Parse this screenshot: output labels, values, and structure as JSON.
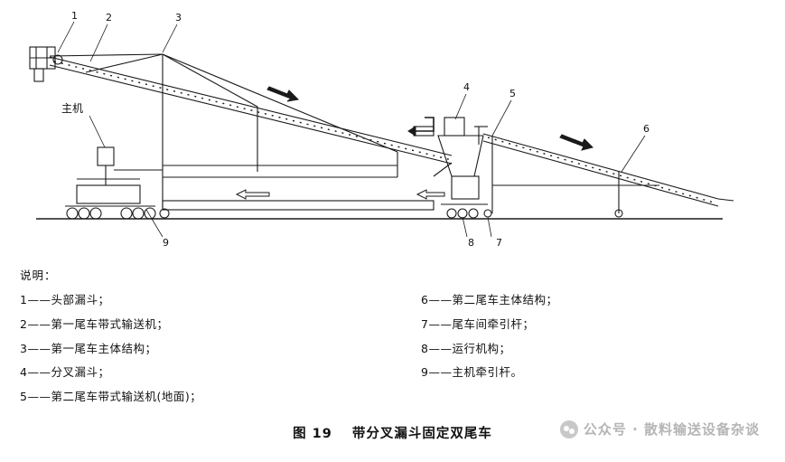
{
  "diagram": {
    "callouts": [
      "1",
      "2",
      "3",
      "4",
      "5",
      "6",
      "7",
      "8",
      "9"
    ],
    "main_machine_label": "主机"
  },
  "legend": {
    "title": "说明：",
    "left": [
      "1——头部漏斗；",
      "2——第一尾车带式输送机；",
      "3——第一尾车主体结构；",
      "4——分叉漏斗；",
      "5——第二尾车带式输送机(地面)；"
    ],
    "right": [
      "6——第二尾车主体结构；",
      "7——尾车间牵引杆；",
      "8——运行机构；",
      "9——主机牵引杆。"
    ]
  },
  "caption": {
    "figure": "图 19",
    "title": "带分叉漏斗固定双尾车"
  },
  "watermark": {
    "text": "公众号 · 散料输送设备杂谈",
    "icon": "wechat-icon"
  }
}
